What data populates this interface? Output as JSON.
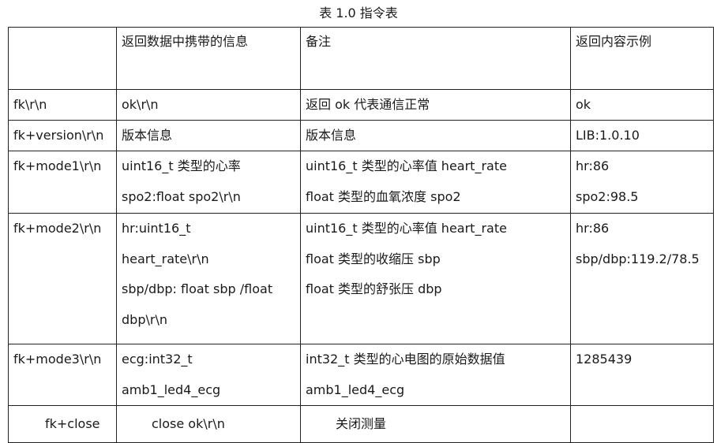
{
  "caption": "表 1.0  指令表",
  "header": {
    "c1": "",
    "c2": "返回数据中携带的信息",
    "c3": "备注",
    "c4": "返回内容示例"
  },
  "rows": [
    {
      "cmd": "fk\\r\\n",
      "ret": [
        "ok\\r\\n"
      ],
      "note": [
        "返回 ok 代表通信正常"
      ],
      "example": [
        "ok"
      ]
    },
    {
      "cmd": "fk+version\\r\\n",
      "ret": [
        "版本信息"
      ],
      "note": [
        "版本信息"
      ],
      "example": [
        "LIB:1.0.10"
      ]
    },
    {
      "cmd": "fk+mode1\\r\\n",
      "ret": [
        "uint16_t  类型的心率",
        "spo2:float spo2\\r\\n"
      ],
      "note": [
        "uint16_t  类型的心率值 heart_rate",
        "float  类型的血氧浓度 spo2"
      ],
      "example": [
        "hr:86",
        "spo2:98.5"
      ]
    },
    {
      "cmd": "fk+mode2\\r\\n",
      "ret": [
        "hr:uint16_t",
        "heart_rate\\r\\n",
        "sbp/dbp: float sbp /float",
        "dbp\\r\\n"
      ],
      "note": [
        "uint16_t  类型的心率值 heart_rate",
        "float 类型的收缩压 sbp",
        "float 类型的舒张压 dbp"
      ],
      "example": [
        "hr:86",
        "sbp/dbp:119.2/78.5"
      ]
    },
    {
      "cmd": "fk+mode3\\r\\n",
      "ret": [
        "ecg:int32_t",
        "amb1_led4_ecg"
      ],
      "note": [
        "int32_t 类型的心电图的原始数据值",
        "amb1_led4_ecg"
      ],
      "example": [
        "1285439"
      ]
    },
    {
      "cmd": "fk+close",
      "ret": [
        "close ok\\r\\n"
      ],
      "note": [
        "关闭测量"
      ],
      "example": [
        ""
      ]
    }
  ]
}
